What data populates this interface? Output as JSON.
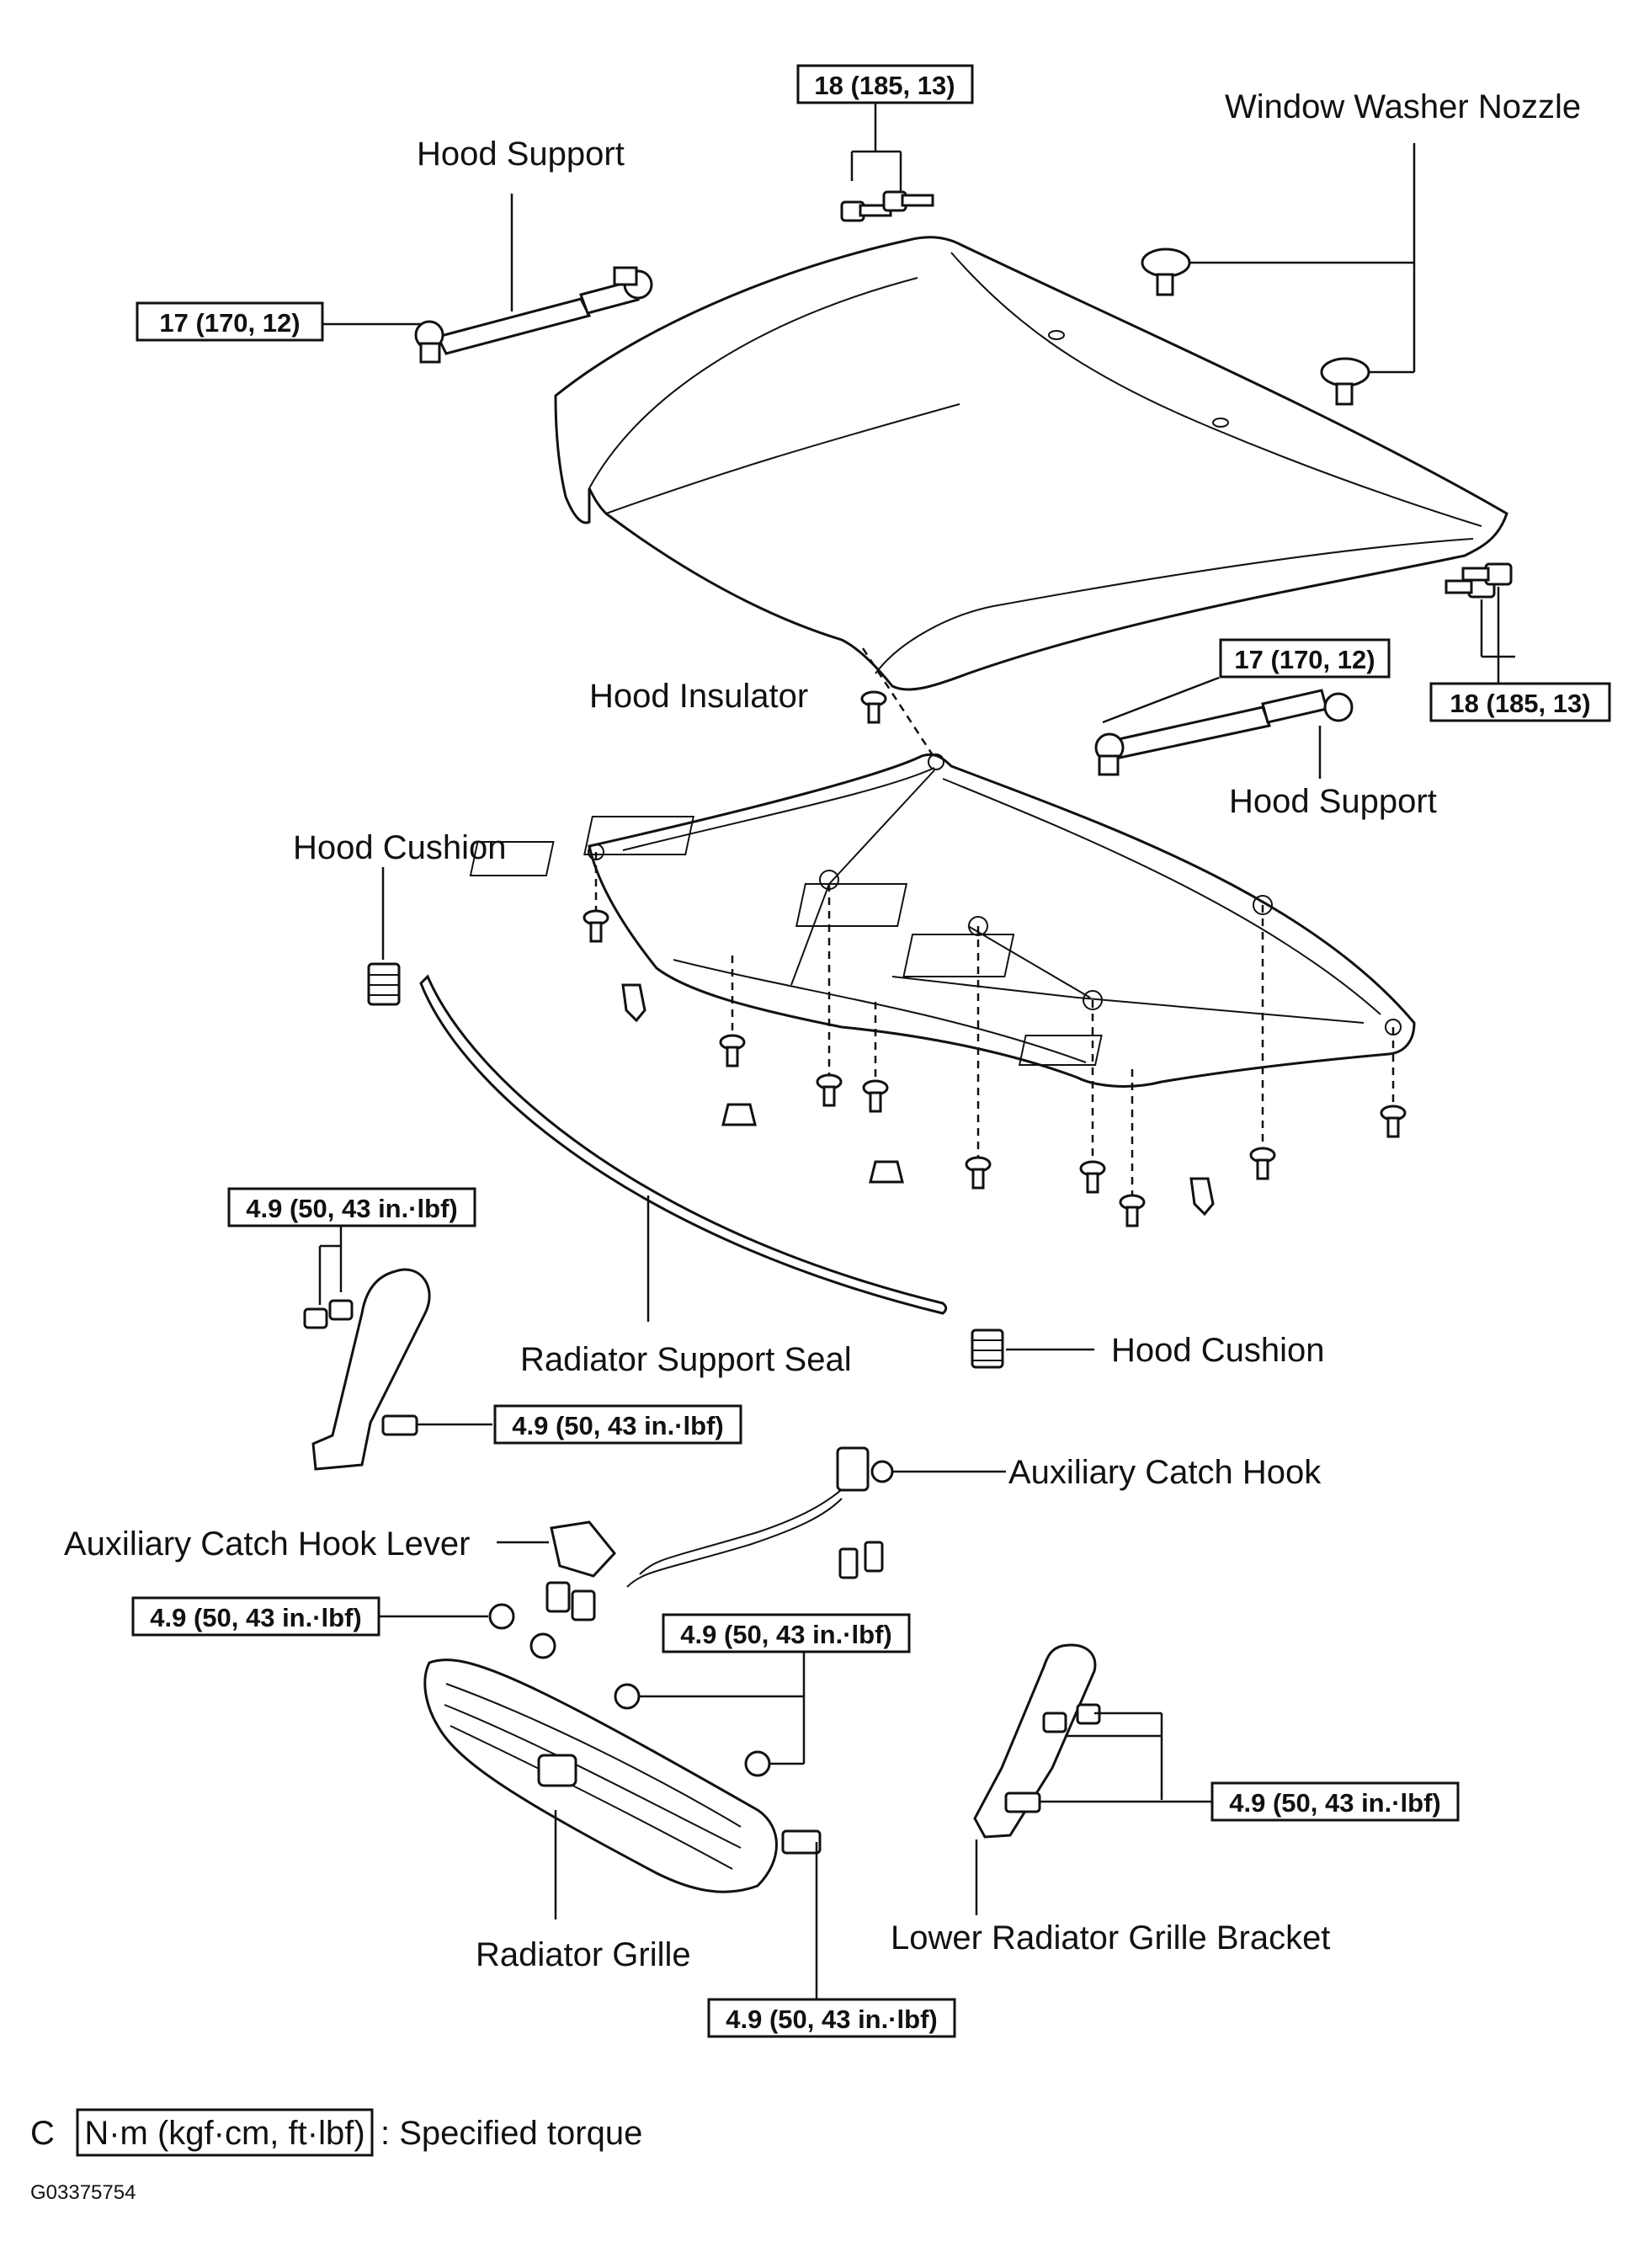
{
  "labels": {
    "hood_support_top": "Hood Support",
    "window_washer_nozzle": "Window Washer Nozzle",
    "hood_insulator": "Hood Insulator",
    "hood_support_right": "Hood Support",
    "hood_cushion_left": "Hood Cushion",
    "radiator_support_seal": "Radiator Support Seal",
    "hood_cushion_right": "Hood Cushion",
    "auxiliary_catch_hook": "Auxiliary Catch Hook",
    "auxiliary_catch_hook_lever": "Auxiliary Catch Hook Lever",
    "radiator_grille": "Radiator Grille",
    "lower_radiator_grille_bracket": "Lower Radiator Grille Bracket"
  },
  "torques": {
    "hood_bolts_top": "18 (185, 13)",
    "hood_support_top_left": "17 (170, 12)",
    "hood_support_right": "17 (170, 12)",
    "hood_bolts_right": "18 (185, 13)",
    "bracket_upper_left": "4.9 (50, 43 in.·lbf)",
    "bracket_side_left": "4.9 (50, 43 in.·lbf)",
    "lever_nut": "4.9 (50, 43 in.·lbf)",
    "grille_nuts": "4.9 (50, 43 in.·lbf)",
    "lower_bracket_bolts": "4.9 (50, 43 in.·lbf)",
    "grille_bottom_bolt": "4.9 (50, 43 in.·lbf)"
  },
  "legend": {
    "prefix": "C",
    "unit_box": "N·m (kgf·cm, ft·lbf)",
    "description": ": Specified torque"
  },
  "figure_code": "G03375754"
}
